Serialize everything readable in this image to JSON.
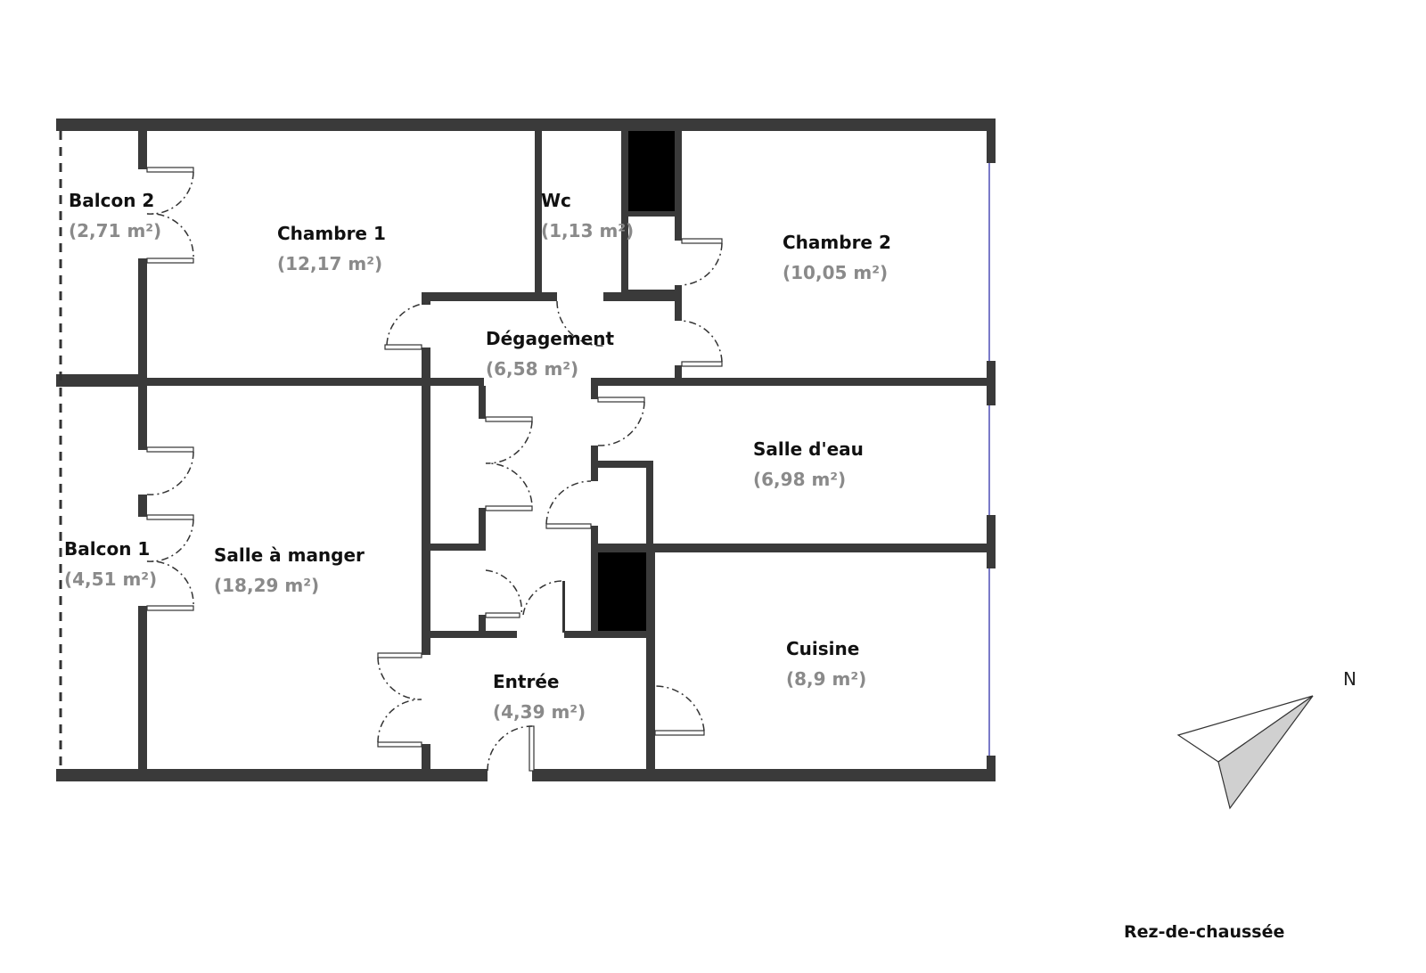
{
  "plan": {
    "level": "Rez-de-chaussée",
    "north_label": "N",
    "rooms": [
      {
        "id": "balcon2",
        "name": "Balcon 2",
        "area": "(2,71 m²)"
      },
      {
        "id": "chambre1",
        "name": "Chambre 1",
        "area": "(12,17 m²)"
      },
      {
        "id": "wc",
        "name": "Wc",
        "area": "(1,13 m²)"
      },
      {
        "id": "chambre2",
        "name": "Chambre 2",
        "area": "(10,05 m²)"
      },
      {
        "id": "degagement",
        "name": "Dégagement",
        "area": "(6,58 m²)"
      },
      {
        "id": "salledeau",
        "name": "Salle d'eau",
        "area": "(6,98 m²)"
      },
      {
        "id": "balcon1",
        "name": "Balcon 1",
        "area": "(4,51 m²)"
      },
      {
        "id": "salleamanger",
        "name": "Salle à manger",
        "area": "(18,29 m²)"
      },
      {
        "id": "entree",
        "name": "Entrée",
        "area": "(4,39 m²)"
      },
      {
        "id": "cuisine",
        "name": "Cuisine",
        "area": "(8,9 m²)"
      }
    ]
  }
}
